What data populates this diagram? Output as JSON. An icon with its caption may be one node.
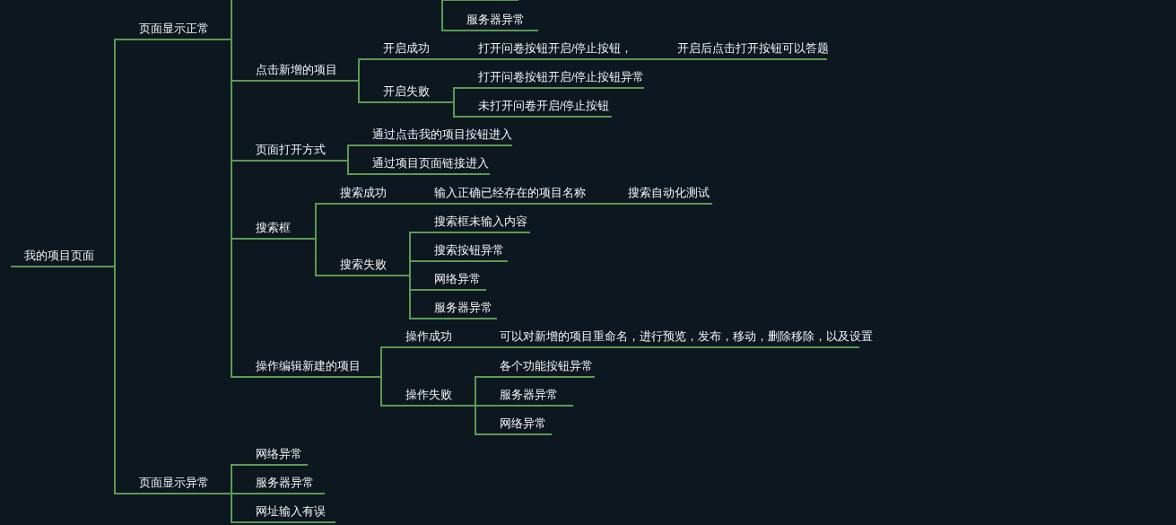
{
  "diagram": {
    "nodes": [
      {
        "text": [
          "我的项目页面"
        ]
      },
      {
        "text": [
          "页面显示正常"
        ]
      },
      {
        "text": [
          "点击新增的项目"
        ]
      },
      {
        "text": [
          "开启成功"
        ]
      },
      {
        "text": [
          "打开问卷按钮开启/停止按钮，"
        ]
      },
      {
        "text": [
          "开启后点击打开按钮可以答题"
        ]
      },
      {
        "text": [
          "开启失败"
        ]
      },
      {
        "text": [
          "打开问卷按钮开启/停止按钮异常"
        ]
      },
      {
        "text": [
          "未打开问卷开启/停止按钮"
        ]
      },
      {
        "text": [
          "页面打开方式"
        ]
      },
      {
        "text": [
          "通过点击我的项目按钮进入"
        ]
      },
      {
        "text": [
          "通过项目页面链接进入"
        ]
      },
      {
        "text": [
          "搜索框"
        ]
      },
      {
        "text": [
          "搜索成功"
        ]
      },
      {
        "text": [
          "输入正确已经存在的项目名称"
        ]
      },
      {
        "text": [
          "搜索自动化测试"
        ]
      },
      {
        "text": [
          "搜索失败"
        ]
      },
      {
        "text": [
          "搜索框未输入内容"
        ]
      },
      {
        "text": [
          "搜索按钮异常"
        ]
      },
      {
        "text": [
          "网络异常"
        ]
      },
      {
        "text": [
          "服务器异常"
        ]
      },
      {
        "text": [
          "操作编辑新建的项目"
        ]
      },
      {
        "text": [
          "操作成功"
        ]
      },
      {
        "text": [
          "可以对新增的项目重命名，进行预览，发布，移动，删除移除，以及设置"
        ]
      },
      {
        "text": [
          "操作失败"
        ]
      },
      {
        "text": [
          "各个功能按钮异常"
        ]
      },
      {
        "text": [
          "服务器异常"
        ]
      },
      {
        "text": [
          "网络异常"
        ]
      },
      {
        "text": [
          "页面显示异常"
        ]
      },
      {
        "text": [
          "网络异常"
        ]
      },
      {
        "text": [
          "服务器异常"
        ]
      },
      {
        "text": [
          "网址输入有误"
        ]
      },
      {
        "text": [
          "服务器异常"
        ]
      }
    ],
    "edges": [
      {
        "from": 0,
        "to": 1,
        "arrow": "none"
      },
      {
        "from": 1,
        "to": null,
        "arrow": "none"
      },
      {
        "from": 1,
        "to": 2,
        "arrow": "none"
      },
      {
        "from": 2,
        "to": 3,
        "arrow": "none"
      },
      {
        "from": 3,
        "to": 4,
        "arrow": "none"
      },
      {
        "from": 4,
        "to": 5,
        "arrow": "none"
      },
      {
        "from": 2,
        "to": 6,
        "arrow": "none"
      },
      {
        "from": 6,
        "to": 7,
        "arrow": "none"
      },
      {
        "from": 6,
        "to": 8,
        "arrow": "none"
      },
      {
        "from": 1,
        "to": 9,
        "arrow": "none"
      },
      {
        "from": 9,
        "to": 10,
        "arrow": "none"
      },
      {
        "from": 9,
        "to": 11,
        "arrow": "none"
      },
      {
        "from": 1,
        "to": 12,
        "arrow": "none"
      },
      {
        "from": 12,
        "to": 13,
        "arrow": "none"
      },
      {
        "from": 13,
        "to": 14,
        "arrow": "none"
      },
      {
        "from": 14,
        "to": 15,
        "arrow": "none"
      },
      {
        "from": 12,
        "to": 16,
        "arrow": "none"
      },
      {
        "from": 16,
        "to": 17,
        "arrow": "none"
      },
      {
        "from": 16,
        "to": 18,
        "arrow": "none"
      },
      {
        "from": 16,
        "to": 19,
        "arrow": "none"
      },
      {
        "from": 16,
        "to": 20,
        "arrow": "none"
      },
      {
        "from": 1,
        "to": 21,
        "arrow": "none"
      },
      {
        "from": 21,
        "to": 22,
        "arrow": "none"
      },
      {
        "from": 22,
        "to": 23,
        "arrow": "none"
      },
      {
        "from": 21,
        "to": 24,
        "arrow": "none"
      },
      {
        "from": 24,
        "to": 25,
        "arrow": "none"
      },
      {
        "from": 24,
        "to": 26,
        "arrow": "none"
      },
      {
        "from": 24,
        "to": 27,
        "arrow": "none"
      },
      {
        "from": 0,
        "to": 28,
        "arrow": "none"
      },
      {
        "from": 28,
        "to": 29,
        "arrow": "none"
      },
      {
        "from": 28,
        "to": 30,
        "arrow": "none"
      },
      {
        "from": 28,
        "to": 31,
        "arrow": "none"
      },
      {
        "from": null,
        "to": 32,
        "arrow": "none"
      }
    ]
  }
}
